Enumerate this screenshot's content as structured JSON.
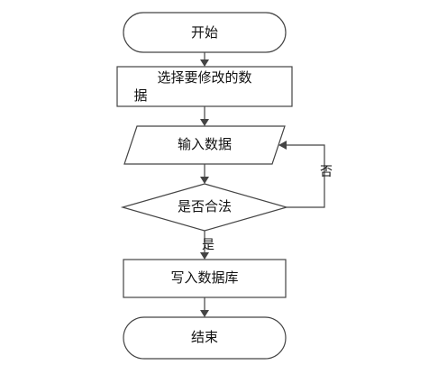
{
  "nodes": {
    "start": "开始",
    "select_line1": "选择要修改的数",
    "select_line2": "据",
    "input": "输入数据",
    "decision": "是否合法",
    "write": "写入数据库",
    "end": "结束"
  },
  "edges": {
    "no": "否",
    "yes": "是"
  },
  "colors": {
    "stroke": "#444444",
    "text": "#111111",
    "background": "#ffffff"
  }
}
